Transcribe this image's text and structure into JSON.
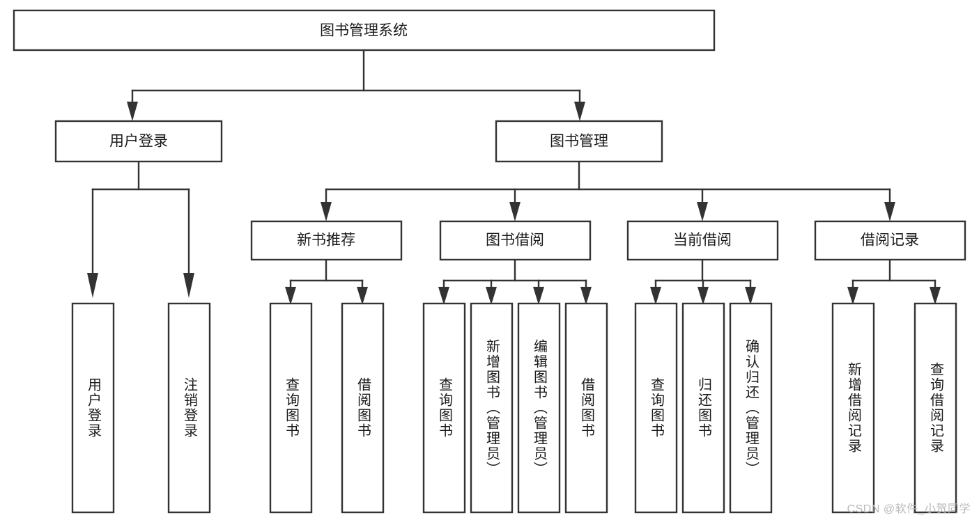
{
  "diagram": {
    "title": "图书管理系统",
    "type": "hierarchy-tree",
    "root": {
      "id": "root",
      "label": "图书管理系统"
    },
    "level2": [
      {
        "id": "user-login",
        "label": "用户登录"
      },
      {
        "id": "book-management",
        "label": "图书管理"
      }
    ],
    "level3": [
      {
        "id": "new-book-recommend",
        "label": "新书推荐",
        "parent": "book-management"
      },
      {
        "id": "book-borrow",
        "label": "图书借阅",
        "parent": "book-management"
      },
      {
        "id": "current-borrow",
        "label": "当前借阅",
        "parent": "book-management"
      },
      {
        "id": "borrow-record",
        "label": "借阅记录",
        "parent": "book-management"
      }
    ],
    "leaves": [
      {
        "id": "leaf-user-login",
        "label": "用户登录",
        "parent": "user-login"
      },
      {
        "id": "leaf-logout-login",
        "label": "注销登录",
        "parent": "user-login"
      },
      {
        "id": "leaf-query-book-1",
        "label": "查询图书",
        "parent": "new-book-recommend"
      },
      {
        "id": "leaf-borrow-book-1",
        "label": "借阅图书",
        "parent": "new-book-recommend"
      },
      {
        "id": "leaf-query-book-2",
        "label": "查询图书",
        "parent": "book-borrow"
      },
      {
        "id": "leaf-add-book",
        "label": "新增图书（管理员）",
        "parent": "book-borrow"
      },
      {
        "id": "leaf-edit-book",
        "label": "编辑图书（管理员）",
        "parent": "book-borrow"
      },
      {
        "id": "leaf-borrow-book-2",
        "label": "借阅图书",
        "parent": "book-borrow"
      },
      {
        "id": "leaf-query-book-3",
        "label": "查询图书",
        "parent": "current-borrow"
      },
      {
        "id": "leaf-return-book",
        "label": "归还图书",
        "parent": "current-borrow"
      },
      {
        "id": "leaf-confirm-return",
        "label": "确认归还（管理员）",
        "parent": "current-borrow"
      },
      {
        "id": "leaf-add-record",
        "label": "新增借阅记录",
        "parent": "borrow-record"
      },
      {
        "id": "leaf-query-record",
        "label": "查询借阅记录",
        "parent": "borrow-record"
      }
    ]
  },
  "watermark": {
    "text": "CSDN @软件_小贺同学"
  },
  "colors": {
    "stroke": "#333333",
    "fill": "#ffffff",
    "text": "#1a1a1a",
    "watermark": "#b9b9b9",
    "background": "#ffffff"
  }
}
